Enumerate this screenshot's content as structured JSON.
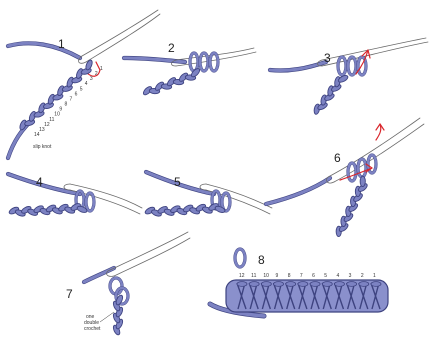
{
  "steps": [
    {
      "number": "1"
    },
    {
      "number": "2"
    },
    {
      "number": "3"
    },
    {
      "number": "4"
    },
    {
      "number": "5"
    },
    {
      "number": "6"
    },
    {
      "number": "7"
    },
    {
      "number": "8"
    }
  ],
  "labels": {
    "slip_knot": "slip knot",
    "one_double_crochet": [
      "one",
      "double",
      "crochet"
    ]
  },
  "chain_numbers_step1": [
    "1",
    "2",
    "3",
    "4",
    "5",
    "6",
    "7",
    "8",
    "9",
    "10",
    "11",
    "12",
    "13",
    "14"
  ],
  "chain_numbers_step8": [
    "12",
    "11",
    "10",
    "9",
    "8",
    "7",
    "6",
    "5",
    "4",
    "3",
    "2",
    "1"
  ],
  "colors": {
    "yarn": "#7c82c2",
    "yarn_outline": "#3e4380",
    "hook_outline": "#6a6a6a",
    "arrow": "#d9262c",
    "background": "#ffffff"
  }
}
